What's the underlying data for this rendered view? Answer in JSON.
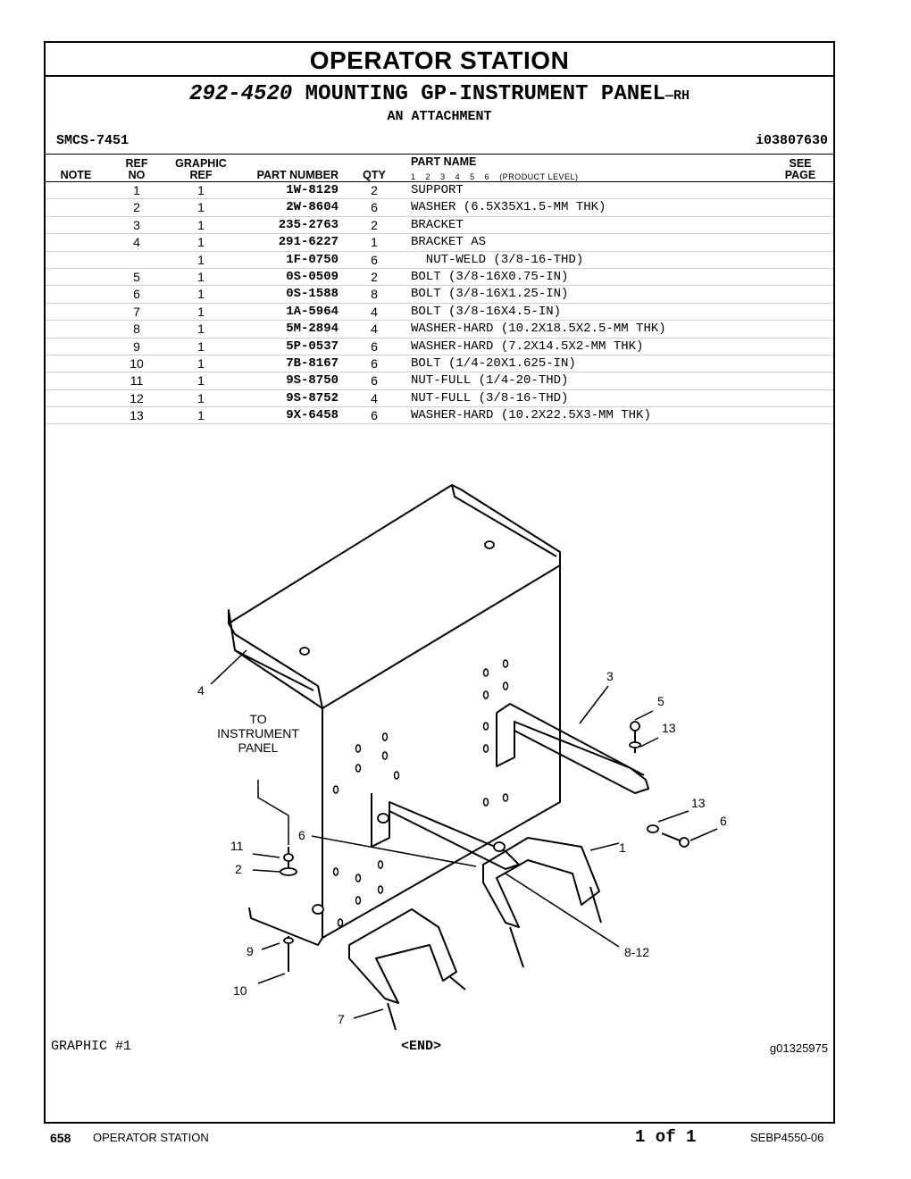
{
  "header": {
    "section_title": "OPERATOR STATION",
    "group_number": "292-4520",
    "group_name": "MOUNTING GP-INSTRUMENT PANEL",
    "group_suffix": "—RH",
    "attachment": "AN ATTACHMENT",
    "smcs": "SMCS-7451",
    "illustration_id": "i03807630"
  },
  "columns": {
    "note": "NOTE",
    "ref_top": "REF",
    "ref_bottom": "NO",
    "graphic_top": "GRAPHIC",
    "graphic_bottom": "REF",
    "part_number": "PART NUMBER",
    "qty": "QTY",
    "part_name": "PART NAME",
    "levels": [
      "1",
      "2",
      "3",
      "4",
      "5",
      "6"
    ],
    "levels_caption": "(PRODUCT LEVEL)",
    "see_top": "SEE",
    "see_bottom": "PAGE"
  },
  "parts": [
    {
      "ref": "1",
      "graphic": "1",
      "part_number": "1W-8129",
      "qty": "2",
      "name": "SUPPORT"
    },
    {
      "ref": "2",
      "graphic": "1",
      "part_number": "2W-8604",
      "qty": "6",
      "name": "WASHER (6.5X35X1.5-MM THK)"
    },
    {
      "ref": "3",
      "graphic": "1",
      "part_number": "235-2763",
      "qty": "2",
      "name": "BRACKET"
    },
    {
      "ref": "4",
      "graphic": "1",
      "part_number": "291-6227",
      "qty": "1",
      "name": "BRACKET AS"
    },
    {
      "ref": "",
      "graphic": "1",
      "part_number": "1F-0750",
      "qty": "6",
      "name": "  NUT-WELD (3/8-16-THD)"
    },
    {
      "ref": "5",
      "graphic": "1",
      "part_number": "0S-0509",
      "qty": "2",
      "name": "BOLT (3/8-16X0.75-IN)"
    },
    {
      "ref": "6",
      "graphic": "1",
      "part_number": "0S-1588",
      "qty": "8",
      "name": "BOLT (3/8-16X1.25-IN)"
    },
    {
      "ref": "7",
      "graphic": "1",
      "part_number": "1A-5964",
      "qty": "4",
      "name": "BOLT (3/8-16X4.5-IN)"
    },
    {
      "ref": "8",
      "graphic": "1",
      "part_number": "5M-2894",
      "qty": "4",
      "name": "WASHER-HARD (10.2X18.5X2.5-MM THK)"
    },
    {
      "ref": "9",
      "graphic": "1",
      "part_number": "5P-0537",
      "qty": "6",
      "name": "WASHER-HARD (7.2X14.5X2-MM THK)"
    },
    {
      "ref": "10",
      "graphic": "1",
      "part_number": "7B-8167",
      "qty": "6",
      "name": "BOLT (1/4-20X1.625-IN)"
    },
    {
      "ref": "11",
      "graphic": "1",
      "part_number": "9S-8750",
      "qty": "6",
      "name": "NUT-FULL (1/4-20-THD)"
    },
    {
      "ref": "12",
      "graphic": "1",
      "part_number": "9S-8752",
      "qty": "4",
      "name": "NUT-FULL (3/8-16-THD)"
    },
    {
      "ref": "13",
      "graphic": "1",
      "part_number": "9X-6458",
      "qty": "6",
      "name": "WASHER-HARD (10.2X22.5X3-MM THK)"
    }
  ],
  "graphic": {
    "label": "GRAPHIC #1",
    "end": "<END>",
    "graphic_id": "g01325975",
    "note_line1": "TO",
    "note_line2": "INSTRUMENT",
    "note_line3": "PANEL",
    "callouts": [
      "1",
      "2",
      "3",
      "4",
      "5",
      "6",
      "6",
      "7",
      "8-12",
      "9",
      "10",
      "11",
      "13",
      "13"
    ]
  },
  "footer": {
    "page_number": "658",
    "section": "OPERATOR STATION",
    "page_of": "1 of 1",
    "doc_number": "SEBP4550-06"
  }
}
